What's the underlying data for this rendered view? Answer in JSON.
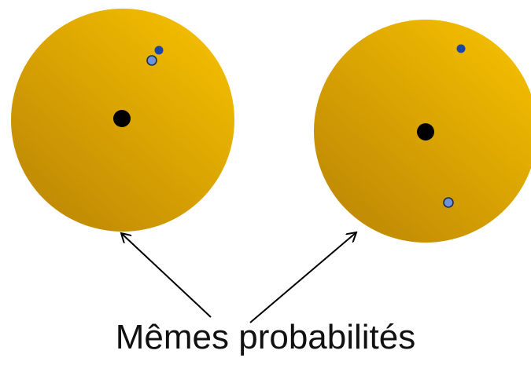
{
  "caption": "Mêmes probabilités",
  "colors": {
    "disk_light": "#f2bc00",
    "disk_dark": "#c08a05",
    "nucleus": "#000000",
    "dot_dark_blue": "#1c46a6",
    "dot_light_blue": "#6d93d8",
    "dot_outline": "#1e2e4a",
    "arrow": "#000000"
  },
  "figures": [
    {
      "name": "left-disk",
      "nucleus_icon": "black-dot",
      "particles": [
        "dark-blue-dot",
        "light-blue-outlined-dot"
      ]
    },
    {
      "name": "right-disk",
      "nucleus_icon": "black-dot",
      "particles": [
        "dark-blue-dot",
        "light-blue-outlined-dot"
      ]
    }
  ]
}
